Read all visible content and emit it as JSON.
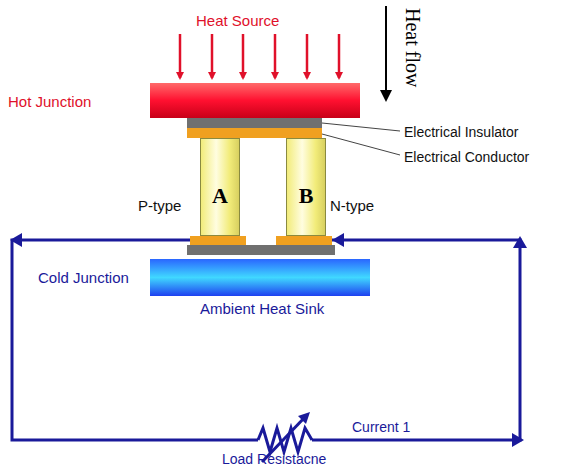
{
  "diagram": {
    "nodes": [
      {
        "text": [
          "A"
        ]
      },
      {
        "text": [
          "B"
        ]
      }
    ],
    "labels": [
      "Heat Source",
      "Heat flow",
      "Hot Junction",
      "Electrical Insulator",
      "Electrical Conductor",
      "P-type",
      "N-type",
      "Cold Junction",
      "Ambient Heat Sink",
      "Current 1",
      "Load Resistacne"
    ]
  }
}
